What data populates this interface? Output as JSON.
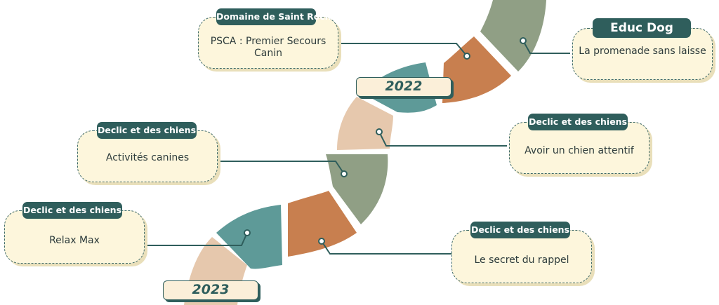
{
  "colors": {
    "teal": "#5e9a98",
    "orange": "#c87f4f",
    "green": "#909f85",
    "tan": "#e6c8ad",
    "dark_teal": "#2f5e5c",
    "card_bg": "#fdf6dc"
  },
  "years": {
    "top": "2022",
    "bottom": "2023"
  },
  "events": [
    {
      "tag": "Domaine de Saint Roch",
      "text": "PSCA : Premier Secours Canin"
    },
    {
      "tag": "Educ Dog",
      "text": "La promenade sans laisse"
    },
    {
      "tag": "Declic et des chiens",
      "text": "Activités canines"
    },
    {
      "tag": "Declic et des chiens",
      "text": "Avoir un chien attentif"
    },
    {
      "tag": "Declic et des chiens",
      "text": "Relax Max"
    },
    {
      "tag": "Declic et des chiens",
      "text": "Le secret du rappel"
    }
  ]
}
